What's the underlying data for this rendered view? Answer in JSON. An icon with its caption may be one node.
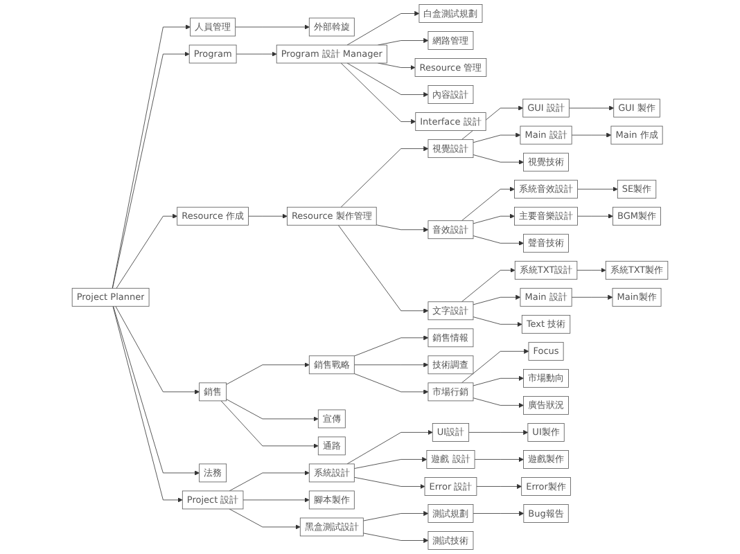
{
  "diagram": {
    "nodes": [
      {
        "text": [
          "Project Planner"
        ]
      },
      {
        "text": [
          "人員管理"
        ]
      },
      {
        "text": [
          "外部斡旋"
        ]
      },
      {
        "text": [
          "Program"
        ]
      },
      {
        "text": [
          "Program 設計 Manager"
        ]
      },
      {
        "text": [
          "白盒測試規劃"
        ]
      },
      {
        "text": [
          "網路管理"
        ]
      },
      {
        "text": [
          "Resource 管理"
        ]
      },
      {
        "text": [
          "內容設計"
        ]
      },
      {
        "text": [
          "Interface 設計"
        ]
      },
      {
        "text": [
          "Resource 作成"
        ]
      },
      {
        "text": [
          "Resource 製作管理"
        ]
      },
      {
        "text": [
          "視覺設計"
        ]
      },
      {
        "text": [
          "GUI 設計"
        ]
      },
      {
        "text": [
          "GUI 製作"
        ]
      },
      {
        "text": [
          "Main 設計"
        ]
      },
      {
        "text": [
          "Main 作成"
        ]
      },
      {
        "text": [
          "視覺技術"
        ]
      },
      {
        "text": [
          "音效設計"
        ]
      },
      {
        "text": [
          "系統音效設計"
        ]
      },
      {
        "text": [
          "SE製作"
        ]
      },
      {
        "text": [
          "主要音樂設計"
        ]
      },
      {
        "text": [
          "BGM製作"
        ]
      },
      {
        "text": [
          "聲音技術"
        ]
      },
      {
        "text": [
          "文字設計"
        ]
      },
      {
        "text": [
          "系統TXT設計"
        ]
      },
      {
        "text": [
          "系統TXT製作"
        ]
      },
      {
        "text": [
          "Main 設計"
        ]
      },
      {
        "text": [
          "Main製作"
        ]
      },
      {
        "text": [
          "Text 技術"
        ]
      },
      {
        "text": [
          "銷售"
        ]
      },
      {
        "text": [
          "銷售戰略"
        ]
      },
      {
        "text": [
          "銷售情報"
        ]
      },
      {
        "text": [
          "技術調查"
        ]
      },
      {
        "text": [
          "市場行銷"
        ]
      },
      {
        "text": [
          "宣傳"
        ]
      },
      {
        "text": [
          "通路"
        ]
      },
      {
        "text": [
          "Focus"
        ]
      },
      {
        "text": [
          "市場動向"
        ]
      },
      {
        "text": [
          "廣告狀況"
        ]
      },
      {
        "text": [
          "法務"
        ]
      },
      {
        "text": [
          "Project 設計"
        ]
      },
      {
        "text": [
          "系統設計"
        ]
      },
      {
        "text": [
          "腳本製作"
        ]
      },
      {
        "text": [
          "黑盒測試設計"
        ]
      },
      {
        "text": [
          "UI設計"
        ]
      },
      {
        "text": [
          "UI製作"
        ]
      },
      {
        "text": [
          "遊戲 設計"
        ]
      },
      {
        "text": [
          "遊戲製作"
        ]
      },
      {
        "text": [
          "Error 設計"
        ]
      },
      {
        "text": [
          "Error製作"
        ]
      },
      {
        "text": [
          "測試規劃"
        ]
      },
      {
        "text": [
          "Bug報告"
        ]
      },
      {
        "text": [
          "測試技術"
        ]
      }
    ],
    "edges": [
      {
        "from": 0,
        "to": 1,
        "arrow": "to"
      },
      {
        "from": 0,
        "to": 3,
        "arrow": "to"
      },
      {
        "from": 0,
        "to": 10,
        "arrow": "to"
      },
      {
        "from": 0,
        "to": 30,
        "arrow": "to"
      },
      {
        "from": 0,
        "to": 40,
        "arrow": "to"
      },
      {
        "from": 0,
        "to": 41,
        "arrow": "to"
      },
      {
        "from": 1,
        "to": 2,
        "arrow": "to"
      },
      {
        "from": 3,
        "to": 4,
        "arrow": "to"
      },
      {
        "from": 4,
        "to": 5,
        "arrow": "to"
      },
      {
        "from": 4,
        "to": 6,
        "arrow": "to"
      },
      {
        "from": 4,
        "to": 7,
        "arrow": "to"
      },
      {
        "from": 4,
        "to": 8,
        "arrow": "to"
      },
      {
        "from": 4,
        "to": 9,
        "arrow": "to"
      },
      {
        "from": 10,
        "to": 11,
        "arrow": "to"
      },
      {
        "from": 11,
        "to": 12,
        "arrow": "to"
      },
      {
        "from": 11,
        "to": 18,
        "arrow": "to"
      },
      {
        "from": 11,
        "to": 24,
        "arrow": "to"
      },
      {
        "from": 12,
        "to": 13,
        "arrow": "to"
      },
      {
        "from": 12,
        "to": 15,
        "arrow": "to"
      },
      {
        "from": 12,
        "to": 17,
        "arrow": "to"
      },
      {
        "from": 13,
        "to": 14,
        "arrow": "to"
      },
      {
        "from": 15,
        "to": 16,
        "arrow": "to"
      },
      {
        "from": 18,
        "to": 19,
        "arrow": "to"
      },
      {
        "from": 18,
        "to": 21,
        "arrow": "to"
      },
      {
        "from": 18,
        "to": 23,
        "arrow": "to"
      },
      {
        "from": 19,
        "to": 20,
        "arrow": "to"
      },
      {
        "from": 21,
        "to": 22,
        "arrow": "to"
      },
      {
        "from": 24,
        "to": 25,
        "arrow": "to"
      },
      {
        "from": 24,
        "to": 27,
        "arrow": "to"
      },
      {
        "from": 24,
        "to": 29,
        "arrow": "to"
      },
      {
        "from": 25,
        "to": 26,
        "arrow": "to"
      },
      {
        "from": 27,
        "to": 28,
        "arrow": "to"
      },
      {
        "from": 30,
        "to": 31,
        "arrow": "to"
      },
      {
        "from": 30,
        "to": 35,
        "arrow": "to"
      },
      {
        "from": 30,
        "to": 36,
        "arrow": "to"
      },
      {
        "from": 31,
        "to": 32,
        "arrow": "to"
      },
      {
        "from": 31,
        "to": 33,
        "arrow": "to"
      },
      {
        "from": 31,
        "to": 34,
        "arrow": "to"
      },
      {
        "from": 34,
        "to": 37,
        "arrow": "to"
      },
      {
        "from": 34,
        "to": 38,
        "arrow": "to"
      },
      {
        "from": 34,
        "to": 39,
        "arrow": "to"
      },
      {
        "from": 41,
        "to": 42,
        "arrow": "to"
      },
      {
        "from": 41,
        "to": 43,
        "arrow": "to"
      },
      {
        "from": 41,
        "to": 44,
        "arrow": "to"
      },
      {
        "from": 42,
        "to": 45,
        "arrow": "to"
      },
      {
        "from": 42,
        "to": 47,
        "arrow": "to"
      },
      {
        "from": 42,
        "to": 49,
        "arrow": "to"
      },
      {
        "from": 44,
        "to": 51,
        "arrow": "to"
      },
      {
        "from": 44,
        "to": 53,
        "arrow": "to"
      },
      {
        "from": 45,
        "to": 46,
        "arrow": "to"
      },
      {
        "from": 47,
        "to": 48,
        "arrow": "to"
      },
      {
        "from": 49,
        "to": 50,
        "arrow": "to"
      },
      {
        "from": 51,
        "to": 52,
        "arrow": "to"
      }
    ]
  }
}
